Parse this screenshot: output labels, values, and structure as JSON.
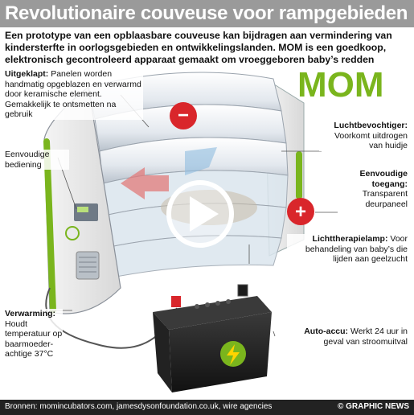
{
  "title": "Revolutionaire couveuse voor rampgebieden",
  "intro": "Een prototype van een opblaasbare couveuse kan bijdragen aan vermindering van kindersterfte in oorlogsgebieden en ontwikkelingslanden. MOM is een goedkoop, elektronisch gecontroleerd apparaat gemaakt om vroeggeboren baby’s redden",
  "logo": "MOM",
  "labels": {
    "uitgeklapt": {
      "heading": "Uitgeklapt:",
      "text": "Panelen worden handmatig opgeblazen en verwarmd door keramische element. Gemakkelijk te ontsmetten na gebruik"
    },
    "bediening": {
      "text": "Eenvoudige bediening"
    },
    "luchtbevochtiger": {
      "heading": "Luchtbevochtiger:",
      "text": "Voorkomt uitdrogen van huidje"
    },
    "toegang": {
      "heading": "Eenvoudige toegang:",
      "text": "Transparent deurpaneel"
    },
    "lichttherapie": {
      "heading": "Lichttherapielamp:",
      "text": "Voor behandeling van baby’s die lijden aan geelzucht"
    },
    "verwarming": {
      "heading": "Verwarming:",
      "text": "Houdt temperatuur op baarmoeder-achtige 37°C"
    },
    "accu": {
      "heading": "Auto-accu:",
      "text": "Werkt 24 uur in geval van stroomuitval"
    }
  },
  "indicators": {
    "minus": "−",
    "plus": "+"
  },
  "footer": {
    "sources": "Bronnen: momincubators.com, jamesdysonfoundation.co.uk, wire agencies",
    "copyright": "© GRAPHIC NEWS"
  },
  "colors": {
    "accent_green": "#7ab51d",
    "minus_red": "#d9262b",
    "plus_red": "#d9262b",
    "title_bg": "#9a9a9a"
  }
}
